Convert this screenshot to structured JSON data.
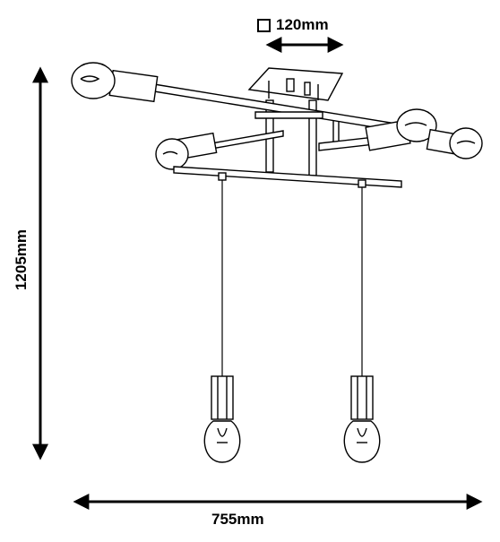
{
  "diagram": {
    "dimensions": {
      "base_size": "120mm",
      "height": "1205mm",
      "width": "755mm"
    },
    "icons": {
      "square_symbol": "square-icon"
    },
    "colors": {
      "line": "#000000",
      "background": "#ffffff"
    }
  }
}
